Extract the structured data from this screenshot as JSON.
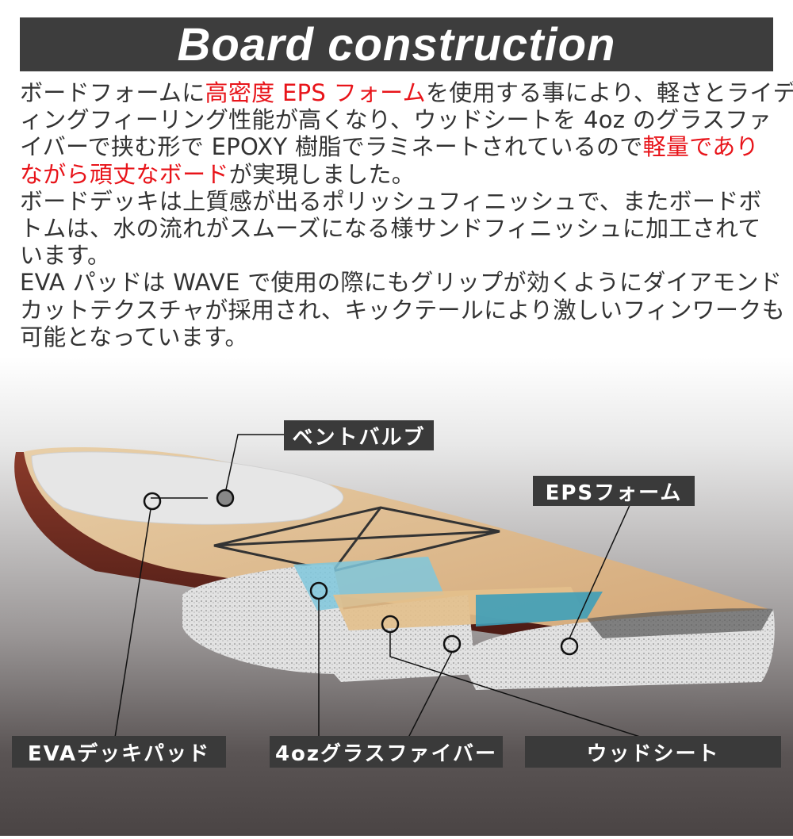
{
  "title": "Board construction",
  "description": {
    "lines": [
      [
        {
          "t": "ボードフォームに"
        },
        {
          "t": "高密度 EPS フォーム",
          "red": true
        },
        {
          "t": "を使用する事により、軽さとライデ"
        }
      ],
      [
        {
          "t": "ィングフィーリング性能が高くなり、ウッドシートを 4oz のグラスファ"
        }
      ],
      [
        {
          "t": "イバーで挟む形で EPOXY 樹脂でラミネートされているので"
        },
        {
          "t": "軽量であり",
          "red": true
        }
      ],
      [
        {
          "t": "ながら頑丈なボード",
          "red": true
        },
        {
          "t": "が実現しました。"
        }
      ],
      [
        {
          "t": "ボードデッキは上質感が出るポリッシュフィニッシュで、またボードボ"
        }
      ],
      [
        {
          "t": "トムは、水の流れがスムーズになる様サンドフィニッシュに加工されて"
        }
      ],
      [
        {
          "t": "います。"
        }
      ],
      [
        {
          "t": "EVA パッドは WAVE で使用の際にもグリップが効くようにダイアモンド"
        }
      ],
      [
        {
          "t": "カットテクスチャが採用され、キックテールにより激しいフィンワークも"
        }
      ],
      [
        {
          "t": "可能となっています。"
        }
      ]
    ]
  },
  "labels": {
    "vent_valve": "ベントバルブ",
    "eps_foam": "EPSフォーム",
    "eva_deck_pad": "EVAデッキパッド",
    "glass_fiber": "4ozグラスファイバー",
    "wood_sheet": "ウッドシート"
  },
  "colors": {
    "accent_red": "#e8141a",
    "label_bg": "#3a3a3a",
    "title_bg": "#3d3d3d"
  }
}
